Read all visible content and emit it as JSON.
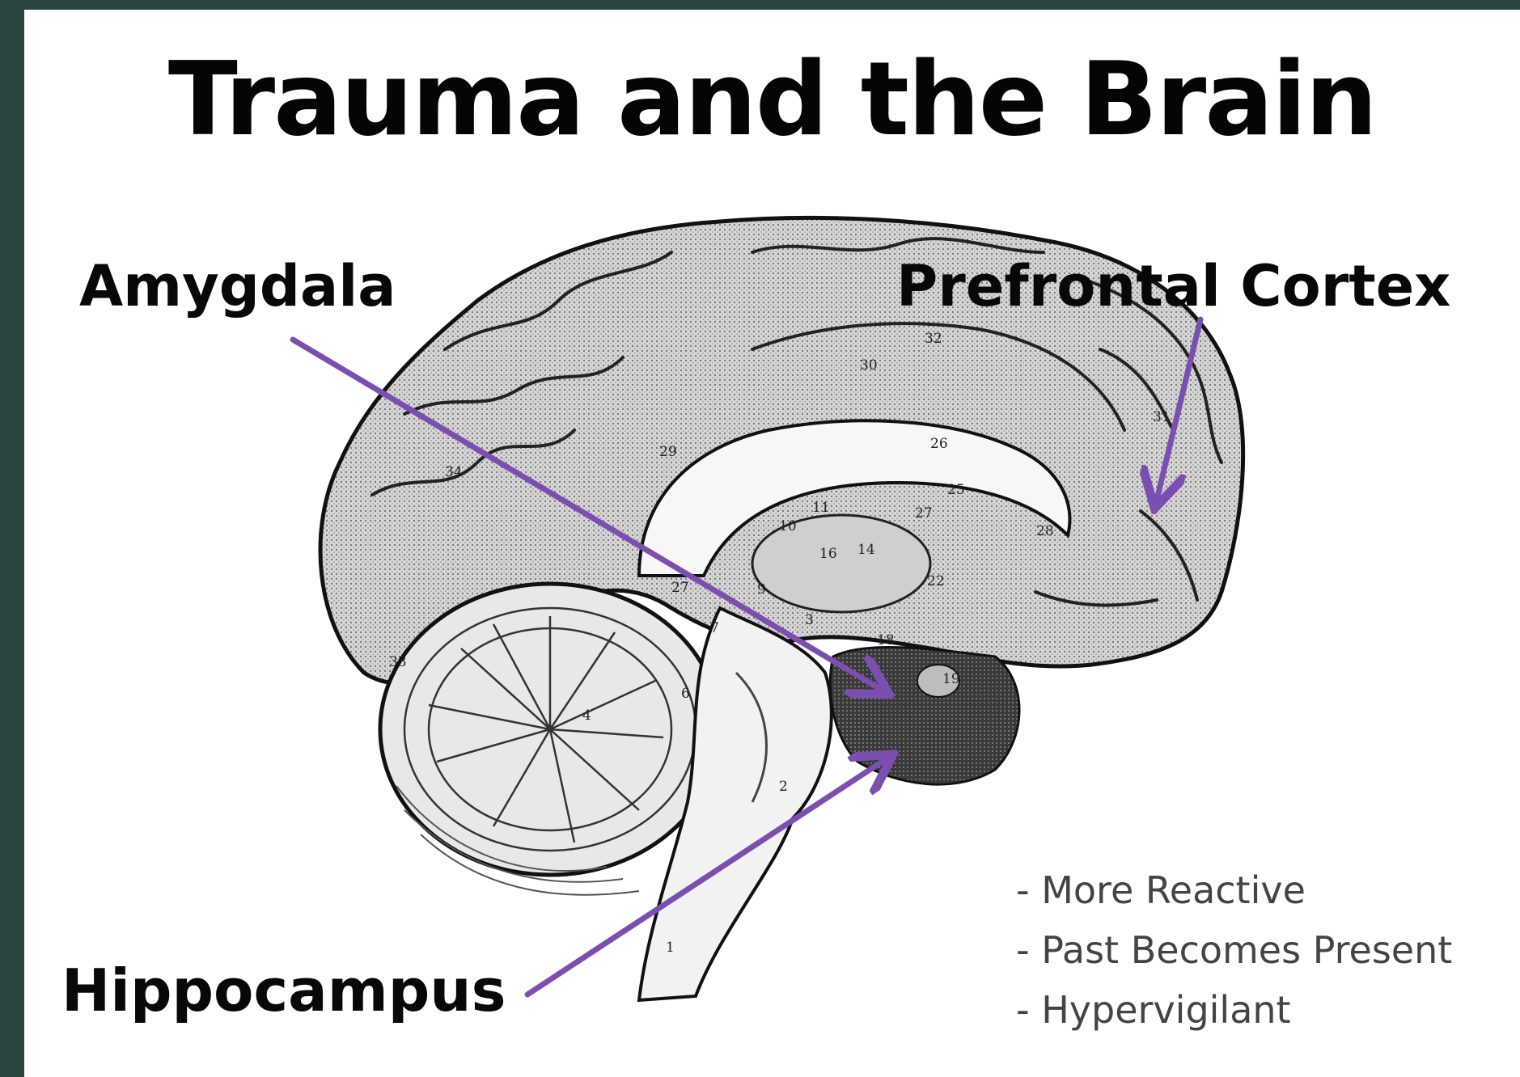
{
  "title": "Trauma and the Brain",
  "labels": {
    "amygdala": "Amygdala",
    "prefrontal": "Prefrontal Cortex",
    "hippocampus": "Hippocampus"
  },
  "effects": [
    "- More Reactive",
    "- Past Becomes Present",
    "- Hypervigilant"
  ],
  "brain_numbers": [
    "32",
    "30",
    "31",
    "29",
    "26",
    "25",
    "34",
    "10",
    "11",
    "14",
    "27",
    "28",
    "27",
    "22",
    "33",
    "7",
    "9",
    "3",
    "18",
    "19",
    "6",
    "4",
    "2",
    "1",
    "16"
  ],
  "colors": {
    "arrow": "#7a4fb0",
    "background": "#2b4540",
    "slide": "#ffffff"
  }
}
